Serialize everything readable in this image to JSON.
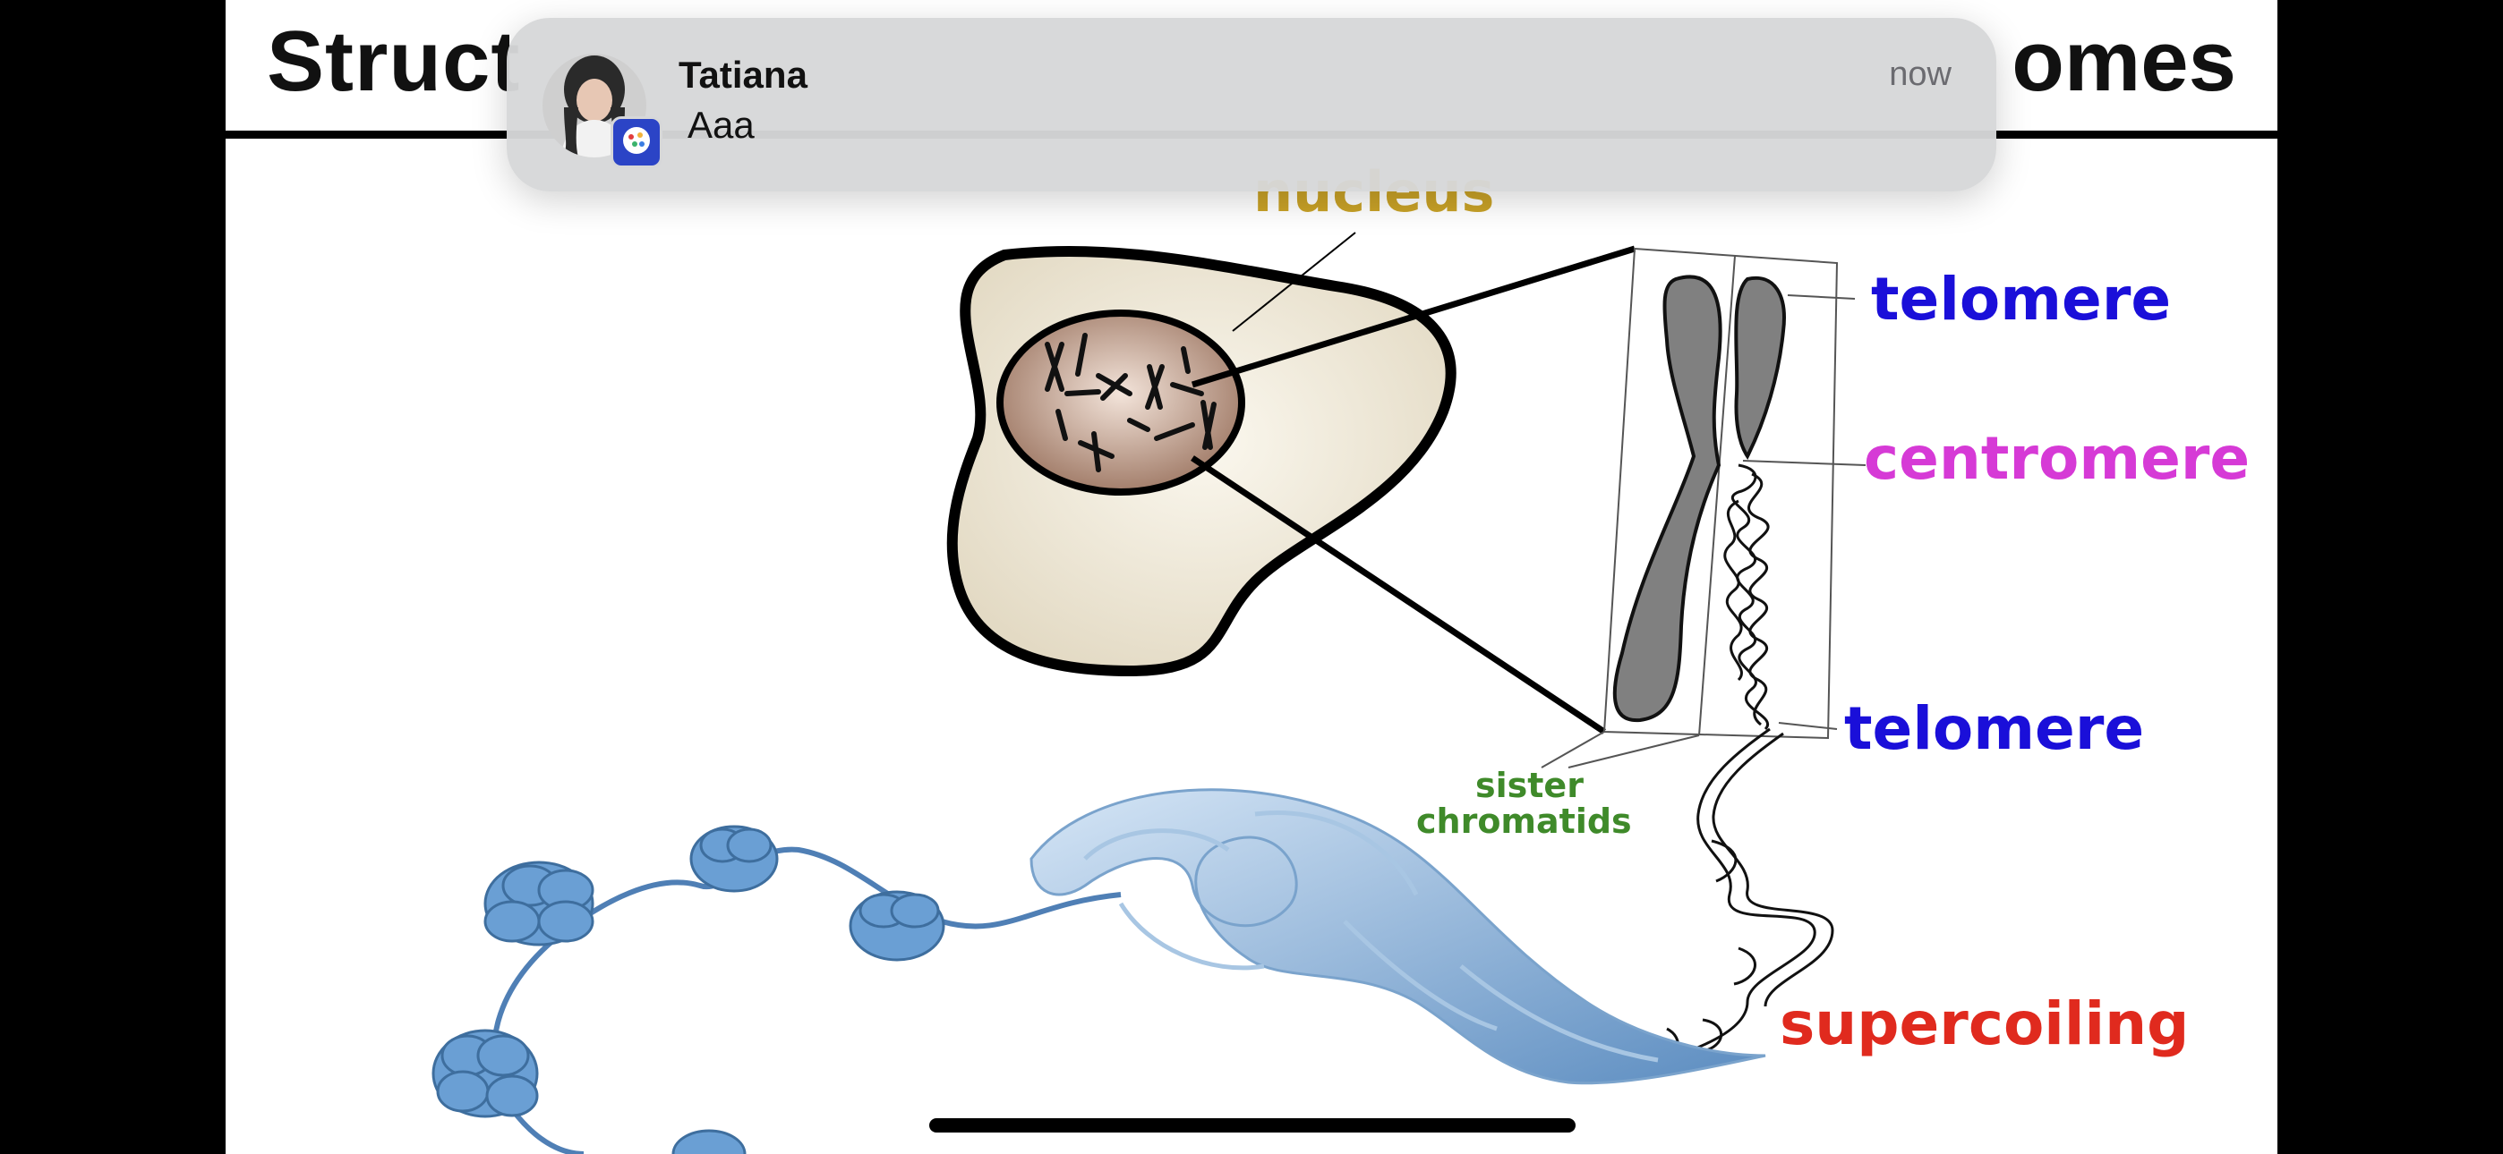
{
  "slide": {
    "title_left": "Struct",
    "title_right": "omes",
    "labels": {
      "nucleus": "nucleus",
      "telomere_top": "telomere",
      "centromere": "centromere",
      "telomere_bottom": "telomere",
      "sister_chromatids_line1": "sister",
      "sister_chromatids_line2": "chromatids",
      "supercoiling": "supercoiling"
    },
    "colors": {
      "nucleus": "#c9a227",
      "telomere": "#1a0fd9",
      "centromere": "#d63ad6",
      "sister_chromatids": "#3f8a2a",
      "supercoiling": "#e02a1e"
    }
  },
  "notification": {
    "sender": "Tatiana",
    "message": "Aaa",
    "time": "now",
    "app_icon": "messenger-app-icon"
  }
}
